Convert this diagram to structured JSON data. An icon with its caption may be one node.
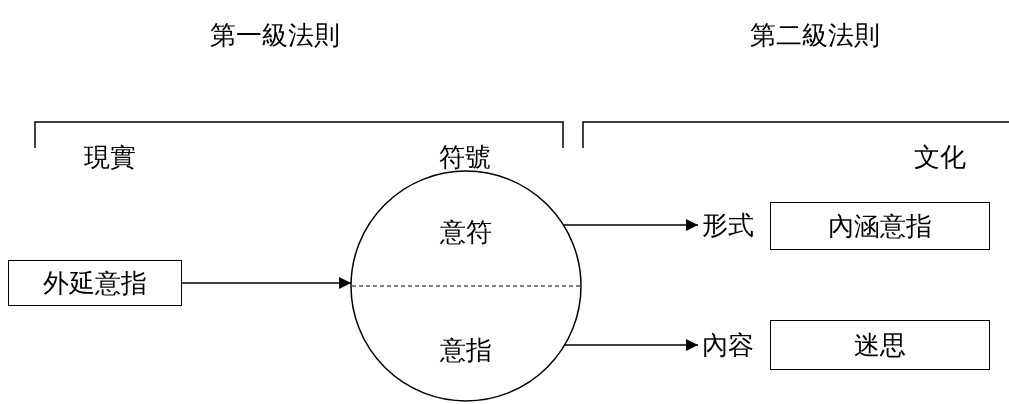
{
  "diagram": {
    "nodes": [
      {
        "text": [
          "外延意指"
        ]
      },
      {
        "text": [
          "意符",
          "意指"
        ]
      },
      {
        "text": [
          "形式"
        ]
      },
      {
        "text": [
          "內容"
        ]
      },
      {
        "text": [
          "內涵意指"
        ]
      },
      {
        "text": [
          "迷思"
        ]
      }
    ],
    "edges": [
      {
        "from": 0,
        "to": 1,
        "arrow": "to"
      },
      {
        "from": 1,
        "to": 2,
        "arrow": "to"
      },
      {
        "from": 1,
        "to": 3,
        "arrow": "to"
      }
    ],
    "labels": [
      "第一級法則",
      "第二級法則",
      "現實",
      "符號",
      "文化"
    ]
  }
}
